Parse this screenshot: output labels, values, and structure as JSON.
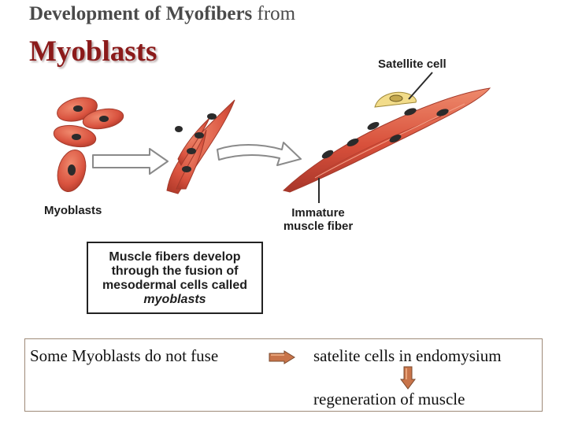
{
  "title": {
    "bold_part": "Development of Myofibers",
    "normal_part": "from",
    "line2": "Myoblasts"
  },
  "diagram": {
    "satellite_label": "Satellite cell",
    "myoblasts_label": "Myoblasts",
    "immature_label_line1": "Immature",
    "immature_label_line2": "muscle fiber"
  },
  "note": {
    "line1": "Muscle fibers develop",
    "line2": "through the fusion of",
    "line3": "mesodermal cells called",
    "line4": "myoblasts"
  },
  "bottom": {
    "left_text": "Some Myoblasts do not fuse",
    "right_text": "satelite cells in endomysium",
    "result_text": "regeneration of muscle"
  },
  "colors": {
    "title_gray": "#4a4a4a",
    "title_red": "#8b1a1a",
    "cell_red": "#d9533f",
    "arrow_orange": "#c8744a"
  }
}
